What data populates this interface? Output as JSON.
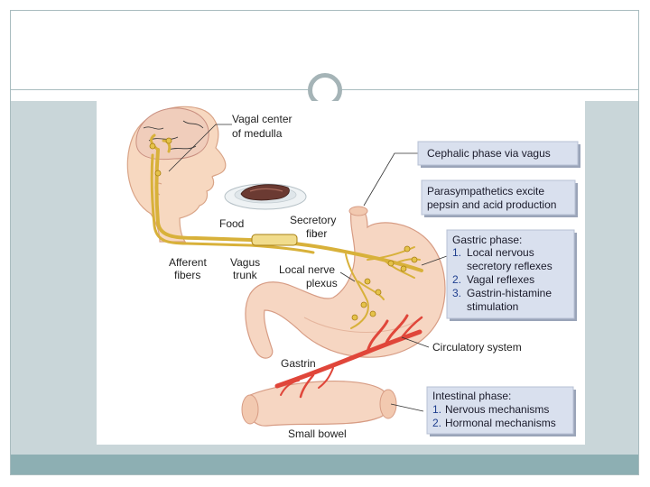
{
  "labels": {
    "vagal_center": [
      "Vagal center",
      "of medulla"
    ],
    "food": "Food",
    "secretory_fiber": [
      "Secretory",
      "fiber"
    ],
    "afferent_fibers": [
      "Afferent",
      "fibers"
    ],
    "vagus_trunk": [
      "Vagus",
      "trunk"
    ],
    "local_nerve_plexus": [
      "Local nerve",
      "plexus"
    ],
    "gastrin": "Gastrin",
    "circulatory_system": "Circulatory system",
    "small_bowel": "Small bowel"
  },
  "callouts": {
    "cephalic": {
      "lines": [
        "Cephalic phase via vagus"
      ]
    },
    "parasympathetic": {
      "lines": [
        "Parasympathetics excite",
        "pepsin and acid production"
      ]
    },
    "gastric": {
      "title": "Gastric phase:",
      "items": [
        {
          "num": "1.",
          "lines": [
            "Local nervous",
            "secretory reflexes"
          ]
        },
        {
          "num": "2.",
          "lines": [
            "Vagal reflexes"
          ]
        },
        {
          "num": "3.",
          "lines": [
            "Gastrin-histamine",
            "stimulation"
          ]
        }
      ]
    },
    "intestinal": {
      "title": "Intestinal phase:",
      "items": [
        {
          "num": "1.",
          "lines": [
            "Nervous mechanisms"
          ]
        },
        {
          "num": "2.",
          "lines": [
            "Hormonal mechanisms"
          ]
        }
      ]
    }
  },
  "colors": {
    "nerve": "#d8b13a",
    "nerve_dark": "#a77f12",
    "artery": "#e0463a",
    "stomach": "#f6d6c2",
    "stomach_edge": "#d79c84",
    "skin": "#f7d8c0",
    "brain": "#f0cdbb"
  }
}
